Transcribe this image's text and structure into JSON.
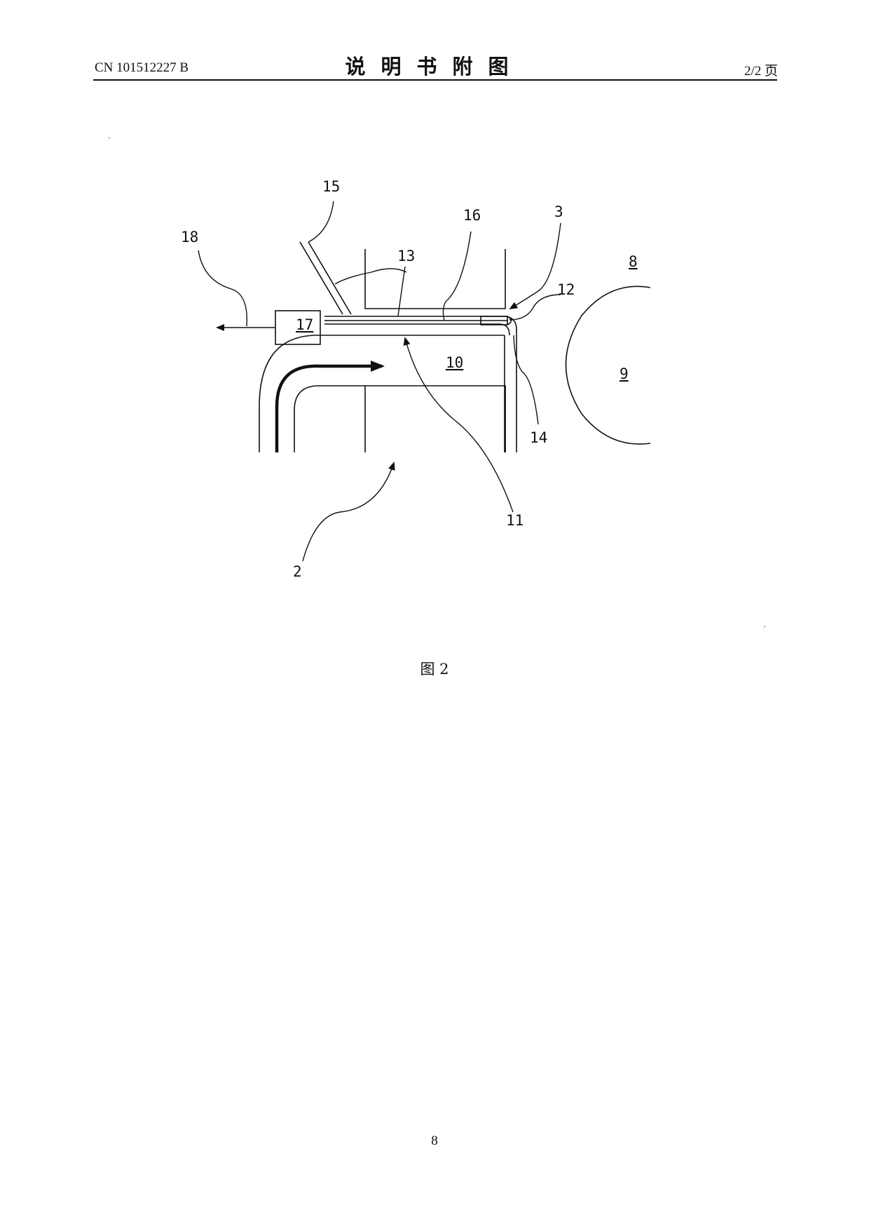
{
  "header": {
    "patent_number": "CN 101512227 B",
    "title": "说明书附图",
    "page_of": "2/2 页"
  },
  "figure": {
    "caption": "图 2",
    "labels": {
      "l2": "2",
      "l3": "3",
      "l8": "8",
      "l9": "9",
      "l10": "10",
      "l11": "11",
      "l12": "12",
      "l13": "13",
      "l14": "14",
      "l15": "15",
      "l16": "16",
      "l17": "17",
      "l18": "18"
    }
  },
  "footer": {
    "page_number": "8"
  }
}
